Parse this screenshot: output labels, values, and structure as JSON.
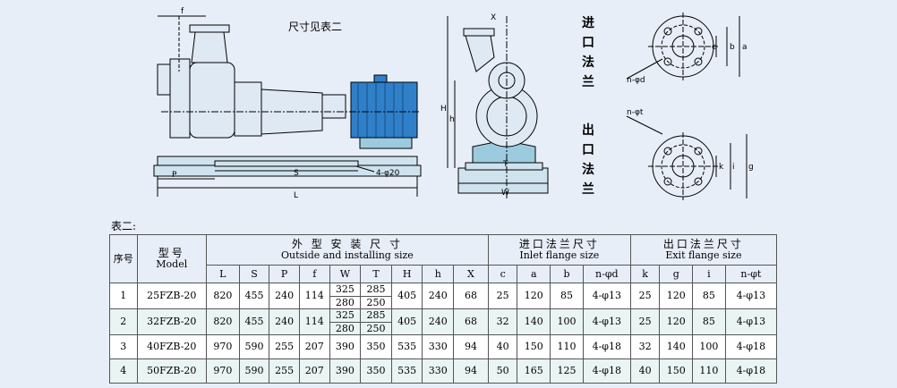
{
  "drawing": {
    "note": "尺寸见表二",
    "dims": {
      "f": "f",
      "P": "P",
      "S": "S",
      "L": "L",
      "holes": "4-φ20",
      "H": "H",
      "h": "h",
      "X": "X",
      "W": "W",
      "T": "T",
      "nd": "n-φd",
      "c": "c",
      "b": "b",
      "a": "a",
      "nt": "n-φt",
      "k": "k",
      "g": "g",
      "i": "i"
    },
    "inlet_title": [
      "进",
      "口",
      "法",
      "兰"
    ],
    "outlet_title": [
      "出",
      "口",
      "法",
      "兰"
    ]
  },
  "table_caption": "表二:",
  "headers": {
    "seq": "序号",
    "model_cn": "型号",
    "model_en": "Model",
    "outside_cn": "外 型 安 装 尺 寸",
    "outside_en": "Outside and installing size",
    "inlet_cn": "进口法兰尺寸",
    "inlet_en": "Inlet flange size",
    "exit_cn": "出口法兰尺寸",
    "exit_en": "Exit flange size",
    "columns": [
      "L",
      "S",
      "P",
      "f",
      "W",
      "T",
      "H",
      "h",
      "X",
      "c",
      "a",
      "b",
      "n-φd",
      "k",
      "g",
      "i",
      "n-φt"
    ]
  },
  "rows": [
    {
      "no": "1",
      "model": "25FZB-20",
      "L": "820",
      "S": "455",
      "P": "240",
      "f": "114",
      "W": [
        "325",
        "280"
      ],
      "T": [
        "285",
        "250"
      ],
      "H": "405",
      "h": "240",
      "X": "68",
      "c": "25",
      "a": "120",
      "b": "85",
      "nd": "4-φ13",
      "k": "25",
      "g": "120",
      "i": "85",
      "nt": "4-φ13"
    },
    {
      "no": "2",
      "model": "32FZB-20",
      "L": "820",
      "S": "455",
      "P": "240",
      "f": "114",
      "W": [
        "325",
        "280"
      ],
      "T": [
        "285",
        "250"
      ],
      "H": "405",
      "h": "240",
      "X": "68",
      "c": "32",
      "a": "140",
      "b": "100",
      "nd": "4-φ13",
      "k": "25",
      "g": "120",
      "i": "85",
      "nt": "4-φ13"
    },
    {
      "no": "3",
      "model": "40FZB-20",
      "L": "970",
      "S": "590",
      "P": "255",
      "f": "207",
      "W": [
        "390"
      ],
      "T": [
        "350"
      ],
      "H": "535",
      "h": "330",
      "X": "94",
      "c": "40",
      "a": "150",
      "b": "110",
      "nd": "4-φ18",
      "k": "32",
      "g": "140",
      "i": "100",
      "nt": "4-φ18"
    },
    {
      "no": "4",
      "model": "50FZB-20",
      "L": "970",
      "S": "590",
      "P": "255",
      "f": "207",
      "W": [
        "390"
      ],
      "T": [
        "350"
      ],
      "H": "535",
      "h": "330",
      "X": "94",
      "c": "50",
      "a": "165",
      "b": "125",
      "nd": "4-φ18",
      "k": "40",
      "g": "150",
      "i": "110",
      "nt": "4-φ18"
    }
  ],
  "colors": {
    "background": "#e8eef8",
    "motor": "#2f7fc9",
    "base": "#9ccbe0",
    "line": "#000000"
  }
}
